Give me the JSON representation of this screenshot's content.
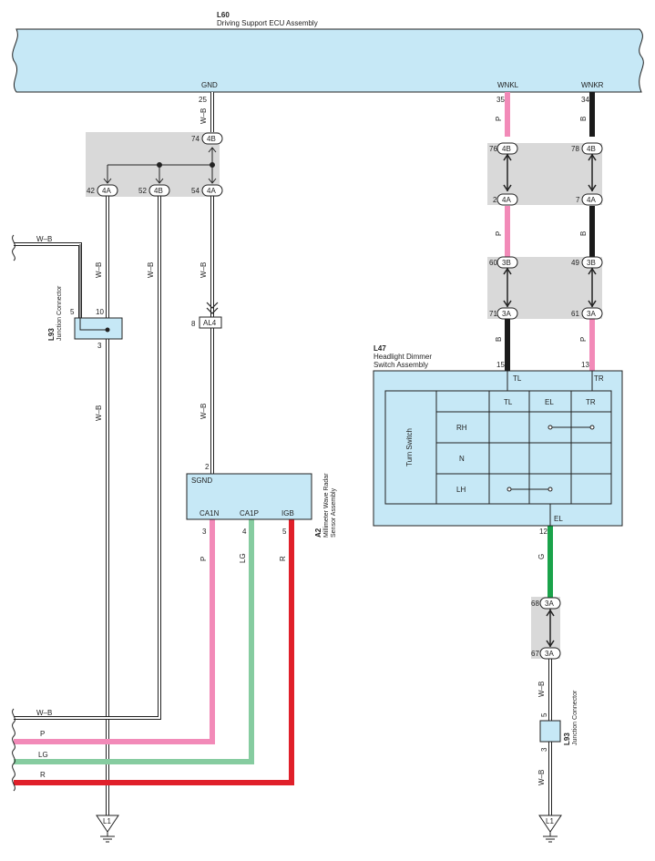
{
  "ecu": {
    "code": "L60",
    "name": "Driving Support ECU Assembly"
  },
  "ecu_terminals": {
    "gnd": "GND",
    "wnkl": "WNKL",
    "wnkr": "WNKR"
  },
  "pins": {
    "p25": "25",
    "p35": "35",
    "p34": "34",
    "p10": "10",
    "p5": "5",
    "p3": "3",
    "p8": "8",
    "p2": "2",
    "p15": "15",
    "p13": "13",
    "p12": "12",
    "a2_3": "3",
    "a2_4": "4",
    "a2_5": "5",
    "jc2_5": "5",
    "jc2_3": "3"
  },
  "connector_pins": {
    "c74": "74",
    "c42": "42",
    "c52": "52",
    "c54": "54",
    "c76": "76",
    "c78": "78",
    "c2": "2",
    "c7": "7",
    "c60": "60",
    "c49": "49",
    "c71": "71",
    "c61": "61",
    "c68": "68",
    "c67": "67"
  },
  "connectors": {
    "c74": "4B",
    "c42": "4A",
    "c52": "4B",
    "c54": "4A",
    "c76": "4B",
    "c78": "4B",
    "c2": "4A",
    "c7": "4A",
    "c60": "3B",
    "c49": "3B",
    "c71": "3A",
    "c61": "3A",
    "c68": "3A",
    "c67": "3A",
    "al4": "AL4"
  },
  "wire_colors": {
    "w_b": "W–B",
    "p": "P",
    "b": "B",
    "lg": "LG",
    "r": "R",
    "g": "G"
  },
  "junction_connector": {
    "code": "L93",
    "name": "Junction Connector"
  },
  "radar": {
    "code": "A2",
    "name_line1": "Millimeter Wave Radar",
    "name_line2": "Sensor Assembly",
    "sgnd": "SGND",
    "ca1n": "CA1N",
    "ca1p": "CA1P",
    "igb": "IGB"
  },
  "headlight_switch": {
    "code": "L47",
    "name_line1": "Headlight Dimmer",
    "name_line2": "Switch Assembly",
    "tl": "TL",
    "tr": "TR",
    "el": "EL",
    "table_title": "Turn Switch",
    "col_tl": "TL",
    "col_el": "EL",
    "col_tr": "TR",
    "row_rh": "RH",
    "row_n": "N",
    "row_lh": "LH"
  },
  "ground": {
    "left": "L1",
    "right": "L1"
  },
  "colors": {
    "box_fill": "#c6e8f6",
    "panel_gray": "#d9d9d9",
    "pink": "#f28ab8",
    "green_lg": "#86cca0",
    "green_g": "#1aa34a",
    "red": "#e0202a",
    "black": "#1a1a1a"
  }
}
